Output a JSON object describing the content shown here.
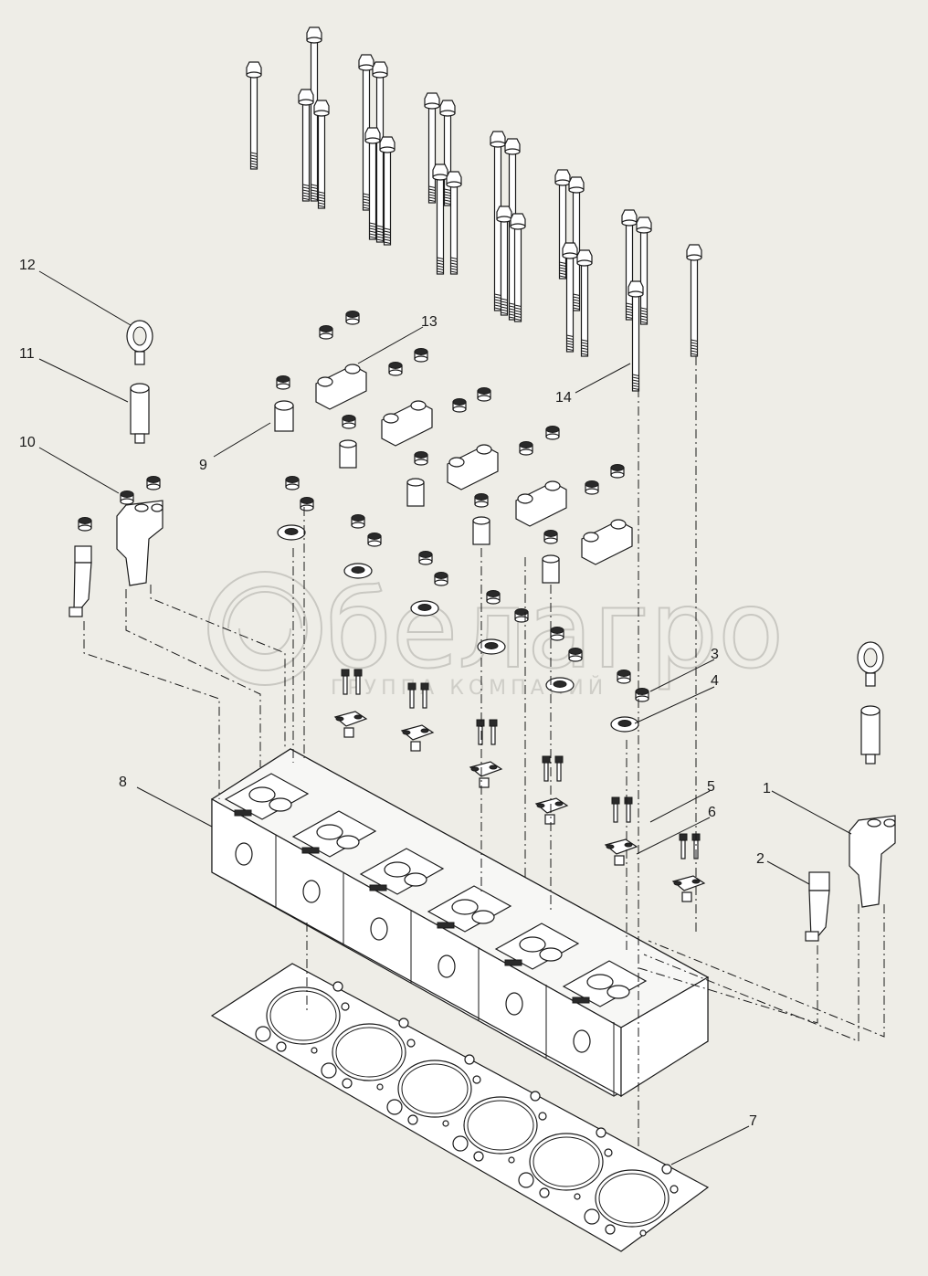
{
  "watermark": {
    "brand": "белагро",
    "subtitle": "ГРУППА КОМПАНИЙ"
  },
  "callouts": [
    "1",
    "2",
    "3",
    "4",
    "5",
    "6",
    "7",
    "8",
    "9",
    "10",
    "11",
    "12",
    "13",
    "14"
  ],
  "colors": {
    "background": "#eeede7",
    "line": "#1a1a1a",
    "watermark": "#c9c8c2"
  }
}
